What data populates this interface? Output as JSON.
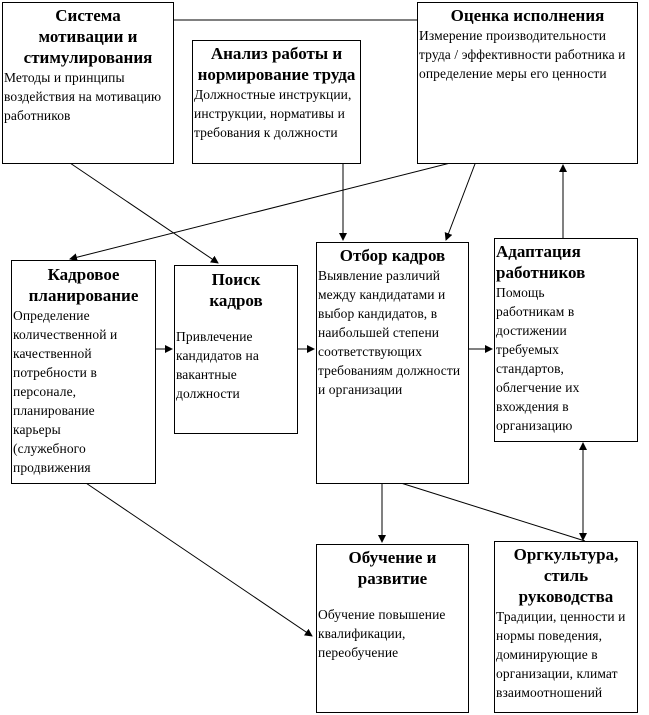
{
  "boxes": {
    "motivation": {
      "title": "Система мотивации и стимулирования",
      "body": "Методы и принципы воздействия на мотивацию работников"
    },
    "analysis": {
      "title": "Анализ работы и нормирование труда",
      "body": "Должностные инструкции, инструкции, нормативы и требования к должности"
    },
    "evaluation": {
      "title": "Оценка исполнения",
      "body": "Измерение производительности труда / эффективности работника и определение меры его ценности"
    },
    "planning": {
      "title": "Кадровое планирование",
      "body": "Определение количественной и качественной потребности в персонале, планирование карьеры (служебного продвижения"
    },
    "search": {
      "title": "Поиск кадров",
      "body": "Привлечение кандидатов на вакантные должности"
    },
    "selection": {
      "title": "Отбор кадров",
      "body": "Выявление различий между кандидатами и выбор кандидатов, в наибольшей степени соответствующих требованиям должности и организации"
    },
    "adaptation": {
      "title": "Адаптация работников",
      "body": "Помощь работникам в достижении требуемых стандартов, облегчение их вхождения в организацию"
    },
    "training": {
      "title": "Обучение и развитие",
      "body": "Обучение повышение квалификации, переобучение"
    },
    "culture": {
      "title": "Оргкультура, стиль руководства",
      "body": "Традиции, ценности и нормы поведения, доминирующие в организации, климат взаимоотношений"
    }
  }
}
